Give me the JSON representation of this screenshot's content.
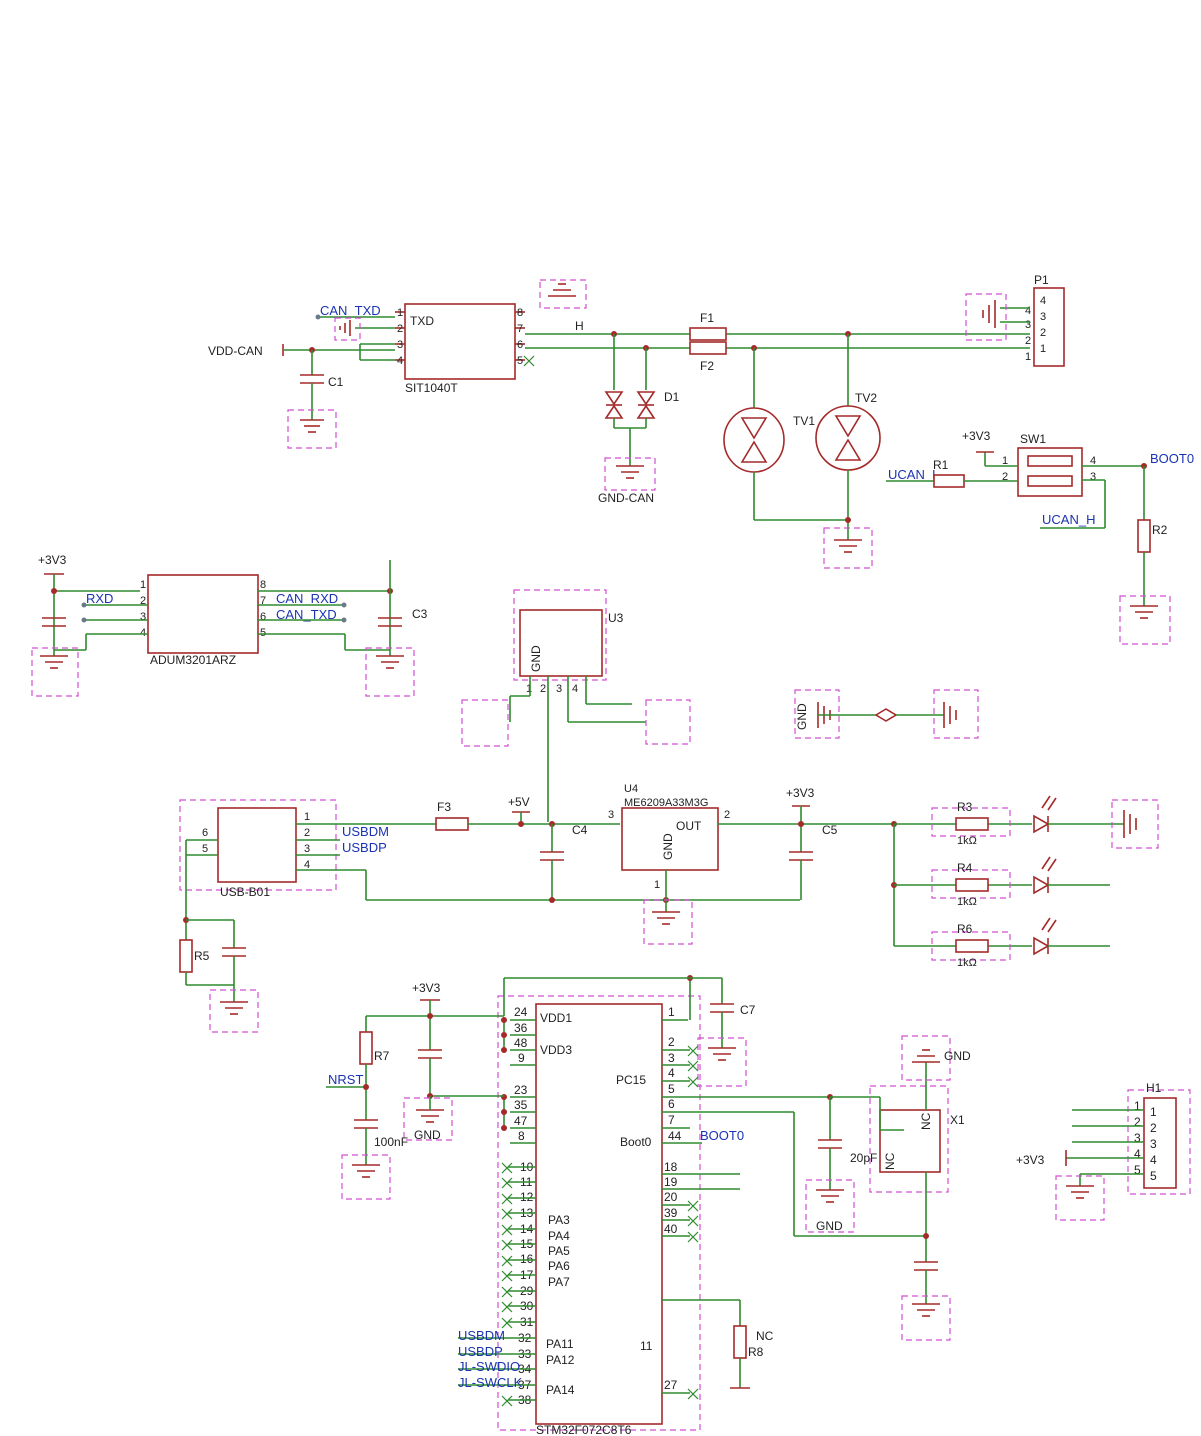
{
  "labels": {
    "can_txd": "CAN_TXD",
    "vdd_can": "VDD-CAN",
    "c1": "C1",
    "sit1040t": "SIT1040T",
    "txd_pin": "TXD",
    "h_label": "H",
    "f1": "F1",
    "f2": "F2",
    "d1": "D1",
    "gnd_can": "GND-CAN",
    "tv1": "TV1",
    "tv2": "TV2",
    "p1": "P1",
    "sw1": "SW1",
    "r1": "R1",
    "ucan_l": "UCAN_L",
    "boot0": "BOOT0",
    "ucan_h": "UCAN_H",
    "r2": "R2",
    "p3v3_a": "+3V3",
    "rxd": "RXD",
    "can_rxd": "CAN_RXD",
    "can_txd2": "CAN_TXD",
    "c3": "C3",
    "adum": "ADUM3201ARZ",
    "u3": "U3",
    "gnd_u3": "GND",
    "gnd_flag": "GND",
    "f3": "F3",
    "p5v": "+5V",
    "c4": "C4",
    "u4": "U4",
    "me6209": "ME6209A33M3G",
    "out": "OUT",
    "gnd_u4": "GND",
    "p3v3_b": "+3V3",
    "c5": "C5",
    "r3": "R3",
    "r4": "R4",
    "r6": "R6",
    "k1_a": "1kΩ",
    "k1_b": "1kΩ",
    "k1_c": "1kΩ",
    "usbdm": "USBDM",
    "usbdp": "USBDP",
    "usb_b01": "USB-B01",
    "r5": "R5",
    "c7": "C7",
    "vdd1": "VDD1",
    "vdd3": "VDD3",
    "pc15": "PC15",
    "boot0_pin": "Boot0",
    "boot0_net": "BOOT0",
    "r7": "R7",
    "nrst": "NRST",
    "c100nf": "100nF",
    "gnd_a": "GND",
    "pa3": "PA3",
    "pa4": "PA4",
    "pa5": "PA5",
    "pa6": "PA6",
    "pa7": "PA7",
    "pa11": "PA11",
    "pa12": "PA12",
    "pa14": "PA14",
    "usbdm2": "USBDM",
    "usbdp2": "USBDP",
    "jl_swdio": "JL-SWDIO",
    "jl_swclk": "JL-SWCLK",
    "stm32": "STM32F072C8T6",
    "nc_label": "NC",
    "r8": "R8",
    "x1": "X1",
    "c20pf": "20pF",
    "nc1": "NC",
    "nc2": "NC",
    "gnd_b": "GND",
    "gnd_c": "GND",
    "h1": "H1",
    "p3v3_c": "+3V3"
  },
  "colors": {
    "wire": "#2e8b2e",
    "component": "#a52a2a",
    "net_label": "#1a33b3",
    "highlight": "#d24fd2"
  }
}
